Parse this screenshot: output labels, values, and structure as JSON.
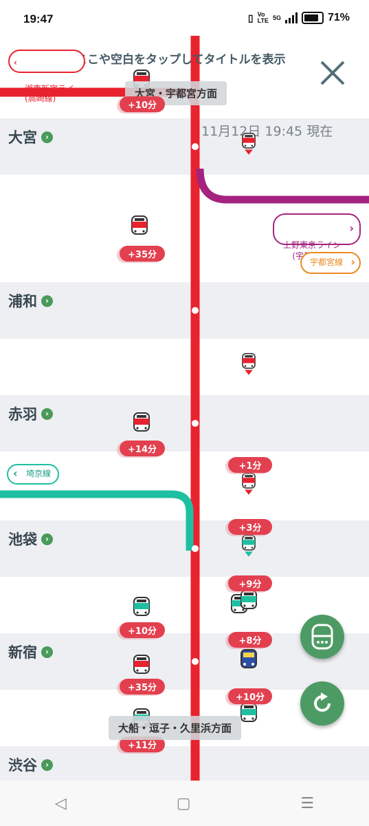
{
  "status_bar": {
    "time": "19:47",
    "volte": "Vo\nLTE",
    "network": "5G",
    "battery": "71%"
  },
  "hint_text": "ここや空白をタップしてタイトルを表示",
  "close_icon": "close-icon",
  "timestamp": "11月12日 19:45 現在",
  "direction_top": "大宮・宇都宮方面",
  "direction_bottom": "大船・逗子・久里浜方面",
  "line_badges": {
    "shonan": "湘南新宿ライ\n(高崎線)",
    "ueno_tokyo": "上野東京ライン\n(宇都宮線)",
    "utsunomiya": "宇都宮線",
    "saikyo": "埼京線"
  },
  "stations": [
    {
      "name": "大宮"
    },
    {
      "name": "浦和"
    },
    {
      "name": "赤羽"
    },
    {
      "name": "池袋"
    },
    {
      "name": "新宿"
    },
    {
      "name": "渋谷"
    }
  ],
  "delays": {
    "d1": "+10分",
    "d2": "+35分",
    "d3": "+14分",
    "d4": "+1分",
    "d5": "+3分",
    "d6": "+9分",
    "d7": "+10分",
    "d8": "+8分",
    "d9": "+35分",
    "d10": "+10分",
    "d11": "+11分"
  },
  "colors": {
    "line_red": "#e8222e",
    "purple": "#a3237f",
    "saikyo": "#1fbfa1",
    "utsunomiya": "#e98a1f",
    "station_band": "#eeeff3",
    "fab": "#4d9b64"
  },
  "nav": {
    "back": "◁",
    "home": "▢",
    "recent": "☰"
  }
}
